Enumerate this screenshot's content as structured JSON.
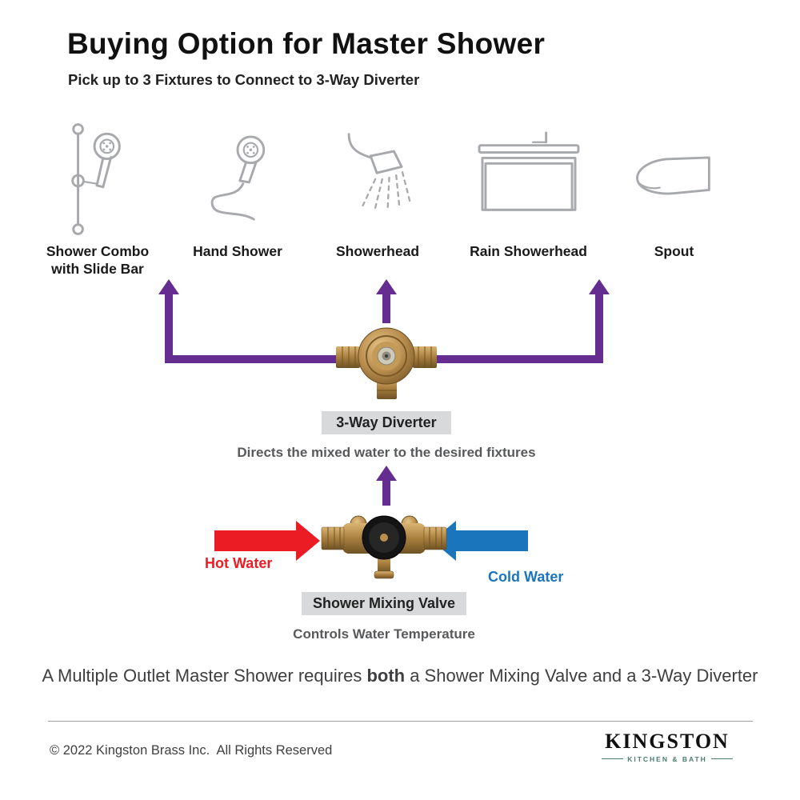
{
  "header": {
    "title": "Buying Option for Master Shower",
    "subtitle": "Pick up to 3 Fixtures to Connect to 3-Way Diverter"
  },
  "fixtures": [
    {
      "label": "Shower Combo with Slide Bar",
      "icon": "shower-combo-slide-bar-icon"
    },
    {
      "label": "Hand Shower",
      "icon": "hand-shower-icon"
    },
    {
      "label": "Showerhead",
      "icon": "showerhead-icon"
    },
    {
      "label": "Rain Showerhead",
      "icon": "rain-showerhead-icon"
    },
    {
      "label": "Spout",
      "icon": "spout-icon"
    }
  ],
  "diverter": {
    "label": "3-Way Diverter",
    "description": "Directs the mixed water to the desired fixtures"
  },
  "mixing_valve": {
    "label": "Shower Mixing Valve",
    "description": "Controls Water Temperature",
    "hot_water": "Hot Water",
    "cold_water": "Cold Water"
  },
  "note": {
    "text_before": "A Multiple Outlet Master Shower requires ",
    "bold": "both",
    "text_after": " a Shower Mixing Valve and a 3-Way Diverter"
  },
  "footer": {
    "copyright": "© 2022 Kingston Brass Inc.  All Rights Reserved",
    "brand": "KINGSTON",
    "brand_tagline": "KITCHEN & BATH"
  },
  "colors": {
    "purple": "#662D91",
    "hot_red": "#EC1C24",
    "cold_blue": "#1B75BC",
    "label_background": "#D8D9DA",
    "icon_gray": "#A7A9AC",
    "brass": "#B98E4F"
  }
}
